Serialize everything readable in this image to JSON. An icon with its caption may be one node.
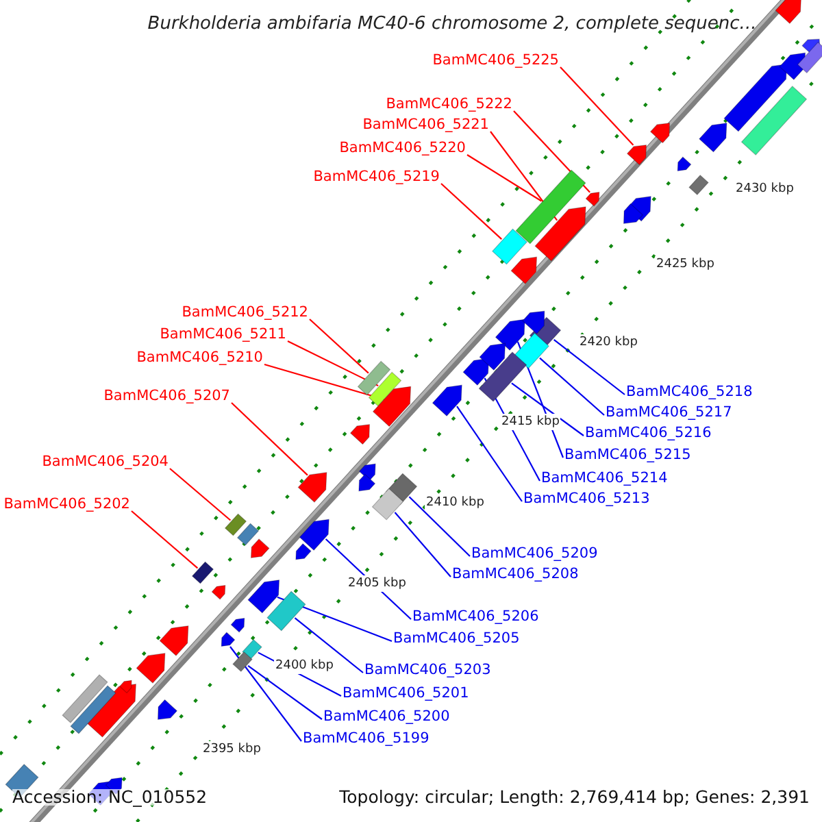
{
  "diagram": {
    "title": "Burkholderia ambifaria MC40-6 chromosome 2, complete sequenc...",
    "nodes": [
      {
        "text": [
          "BamMC406_5225"
        ]
      },
      {
        "text": [],
        "shape": "arrow"
      },
      {
        "text": [
          "BamMC406_5222"
        ]
      },
      {
        "text": [],
        "shape": "arrow"
      },
      {
        "text": [
          "BamMC406_5221"
        ]
      },
      {
        "text": [],
        "shape": "arrow"
      },
      {
        "text": [
          "BamMC406_5220"
        ]
      },
      {
        "text": [],
        "shape": "box"
      },
      {
        "text": [
          "BamMC406_5219"
        ]
      },
      {
        "text": [],
        "shape": "box"
      },
      {
        "text": [
          "BamMC406_5212"
        ]
      },
      {
        "text": [],
        "shape": "box"
      },
      {
        "text": [
          "BamMC406_5211"
        ]
      },
      {
        "text": [],
        "shape": "box"
      },
      {
        "text": [
          "BamMC406_5210"
        ]
      },
      {
        "text": [],
        "shape": "arrow"
      },
      {
        "text": [
          "BamMC406_5218"
        ]
      },
      {
        "text": [],
        "shape": "box"
      },
      {
        "text": [
          "BamMC406_5207"
        ]
      },
      {
        "text": [],
        "shape": "arrow"
      },
      {
        "text": [
          "BamMC406_5217"
        ]
      },
      {
        "text": [],
        "shape": "box"
      },
      {
        "text": [
          "BamMC406_5216"
        ]
      },
      {
        "text": [],
        "shape": "box"
      },
      {
        "text": [
          "BamMC406_5215"
        ]
      },
      {
        "text": [],
        "shape": "arrow"
      },
      {
        "text": [
          "BamMC406_5204"
        ]
      },
      {
        "text": [],
        "shape": "box"
      },
      {
        "text": [
          "BamMC406_5214"
        ]
      },
      {
        "text": [],
        "shape": "arrow"
      },
      {
        "text": [
          "BamMC406_5213"
        ]
      },
      {
        "text": [],
        "shape": "arrow"
      },
      {
        "text": [
          "BamMC406_5202"
        ]
      },
      {
        "text": [],
        "shape": "box"
      },
      {
        "text": [
          "BamMC406_5209"
        ]
      },
      {
        "text": [],
        "shape": "box"
      },
      {
        "text": [
          "BamMC406_5208"
        ]
      },
      {
        "text": [],
        "shape": "box"
      },
      {
        "text": [
          "BamMC406_5206"
        ]
      },
      {
        "text": [],
        "shape": "arrow"
      },
      {
        "text": [
          "BamMC406_5205"
        ]
      },
      {
        "text": [],
        "shape": "arrow"
      },
      {
        "text": [
          "BamMC406_5203"
        ]
      },
      {
        "text": [],
        "shape": "box"
      },
      {
        "text": [
          "BamMC406_5201"
        ]
      },
      {
        "text": [],
        "shape": "box"
      },
      {
        "text": [
          "BamMC406_5200"
        ]
      },
      {
        "text": [],
        "shape": "box"
      },
      {
        "text": [
          "BamMC406_5199"
        ]
      },
      {
        "text": [],
        "shape": "arrow"
      },
      {
        "text": [],
        "shape": "arrow"
      },
      {
        "text": [],
        "shape": "arrow"
      },
      {
        "text": [],
        "shape": "arrow"
      },
      {
        "text": [],
        "shape": "arrow"
      },
      {
        "text": [],
        "shape": "box"
      },
      {
        "text": [],
        "shape": "arrow"
      },
      {
        "text": [],
        "shape": "arrow"
      },
      {
        "text": [],
        "shape": "arrow"
      },
      {
        "text": [],
        "shape": "box"
      },
      {
        "text": [],
        "shape": "arrow"
      },
      {
        "text": [],
        "shape": "box"
      },
      {
        "text": [],
        "shape": "arrow"
      },
      {
        "text": [],
        "shape": "arrow"
      },
      {
        "text": [],
        "shape": "arrow"
      },
      {
        "text": [],
        "shape": "arrow"
      },
      {
        "text": [],
        "shape": "arrow"
      },
      {
        "text": [],
        "shape": "arrow"
      },
      {
        "text": [],
        "shape": "arrow"
      },
      {
        "text": [],
        "shape": "box"
      },
      {
        "text": [],
        "shape": "arrow"
      },
      {
        "text": [],
        "shape": "arrow"
      },
      {
        "text": [],
        "shape": "arrow"
      },
      {
        "text": [],
        "shape": "arrow"
      },
      {
        "text": [],
        "shape": "arrow"
      },
      {
        "text": [],
        "shape": "arrow"
      },
      {
        "text": [],
        "shape": "arrow"
      },
      {
        "text": [],
        "shape": "box"
      },
      {
        "text": [],
        "shape": "box"
      },
      {
        "text": [],
        "shape": "arrow"
      },
      {
        "text": [],
        "shape": "arrow"
      },
      {
        "text": [],
        "shape": "box"
      },
      {
        "text": [],
        "shape": "arrow"
      },
      {
        "text": [],
        "shape": "arrow"
      }
    ],
    "edges": [
      {
        "from": 0,
        "to": 1,
        "arrow": "none",
        "color": "#ff0000"
      },
      {
        "from": 2,
        "to": 3,
        "arrow": "none",
        "color": "#ff0000"
      },
      {
        "from": 4,
        "to": 5,
        "arrow": "none",
        "color": "#ff0000"
      },
      {
        "from": 6,
        "to": 7,
        "arrow": "none",
        "color": "#ff0000"
      },
      {
        "from": 8,
        "to": 9,
        "arrow": "none",
        "color": "#ff0000"
      },
      {
        "from": 10,
        "to": 11,
        "arrow": "none",
        "color": "#ff0000"
      },
      {
        "from": 12,
        "to": 13,
        "arrow": "none",
        "color": "#ff0000"
      },
      {
        "from": 14,
        "to": 15,
        "arrow": "none",
        "color": "#ff0000"
      },
      {
        "from": 16,
        "to": 17,
        "arrow": "none"
      },
      {
        "from": 18,
        "to": 19,
        "arrow": "none",
        "color": "#ff0000"
      },
      {
        "from": 20,
        "to": 21,
        "arrow": "none"
      },
      {
        "from": 22,
        "to": 23,
        "arrow": "none"
      },
      {
        "from": 24,
        "to": 25,
        "arrow": "none"
      },
      {
        "from": 26,
        "to": 27,
        "arrow": "none",
        "color": "#ff0000"
      },
      {
        "from": 28,
        "to": 29,
        "arrow": "none"
      },
      {
        "from": 30,
        "to": 31,
        "arrow": "none"
      },
      {
        "from": 32,
        "to": 33,
        "arrow": "none",
        "color": "#ff0000"
      },
      {
        "from": 34,
        "to": 35,
        "arrow": "none"
      },
      {
        "from": 36,
        "to": 37,
        "arrow": "none"
      },
      {
        "from": 38,
        "to": 39,
        "arrow": "none"
      },
      {
        "from": 40,
        "to": 41,
        "arrow": "none"
      },
      {
        "from": 42,
        "to": 43,
        "arrow": "none"
      },
      {
        "from": 44,
        "to": 45,
        "arrow": "none"
      },
      {
        "from": 46,
        "to": 47,
        "arrow": "none"
      },
      {
        "from": 48,
        "to": 49,
        "arrow": "none"
      }
    ],
    "labels": [
      "2430 kbp",
      "2425 kbp",
      "2420 kbp",
      "2415 kbp",
      "2410 kbp",
      "2405 kbp",
      "2400 kbp",
      "2395 kbp",
      "Accession: NC_010552",
      "Topology: circular; Length: 2,769,414 bp; Genes: 2,391"
    ]
  }
}
